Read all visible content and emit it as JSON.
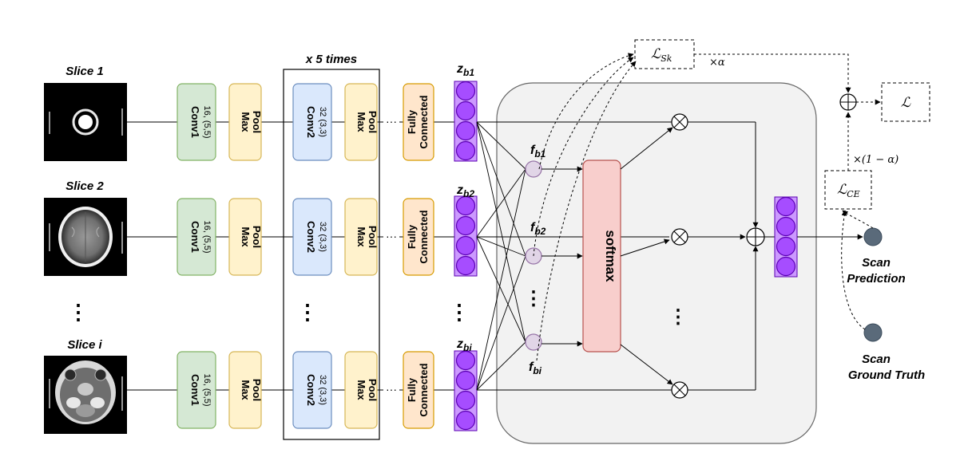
{
  "slices": [
    {
      "label": "Slice 1",
      "z_main": "z",
      "z_sub": "b1",
      "f_main": "f",
      "f_sub": "b1"
    },
    {
      "label": "Slice 2",
      "z_main": "z",
      "z_sub": "b2",
      "f_main": "f",
      "f_sub": "b2"
    },
    {
      "label": "Slice i",
      "z_main": "z",
      "z_sub": "bi",
      "f_main": "f",
      "f_sub": "bi"
    }
  ],
  "repeat_label": "x 5 times",
  "conv1": {
    "title": "Conv1",
    "params": "16, (5,5)"
  },
  "maxpool": {
    "line1": "Max",
    "line2": "Pool"
  },
  "conv2": {
    "title": "Conv2",
    "params": "32 (3,3)"
  },
  "fc": {
    "line1": "Fully",
    "line2": "Connected"
  },
  "ellipsis_h": "···",
  "ellipsis_v": "⋮",
  "softmax_label": "softmax",
  "losses": {
    "sk_main": "ℒ",
    "sk_sub": "Sk",
    "ce_main": "ℒ",
    "ce_sub": "CE",
    "total": "ℒ",
    "alpha_label": "×α",
    "one_minus_alpha_label": "×(1 − α)"
  },
  "outputs": {
    "prediction_line1": "Scan",
    "prediction_line2": "Prediction",
    "truth_line1": "Scan",
    "truth_line2": "Ground Truth"
  },
  "colors": {
    "conv1_fill": "#d5e8d4",
    "conv1_stroke": "#82b366",
    "pool_fill": "#fff2cc",
    "pool_stroke": "#d6b656",
    "conv2_fill": "#dae8fc",
    "conv2_stroke": "#6c8ebf",
    "fc_fill": "#ffe6cc",
    "fc_stroke": "#d79b00",
    "node_fill": "#a64dff",
    "node_stroke": "#5b00b3",
    "f_node_fill": "#e1d5e7",
    "f_node_stroke": "#9673a6",
    "softmax_fill": "#f8cecc",
    "softmax_stroke": "#b85450",
    "panel_fill": "#f2f2f2",
    "panel_stroke": "#666666",
    "output_node": "#5a6a7a"
  }
}
